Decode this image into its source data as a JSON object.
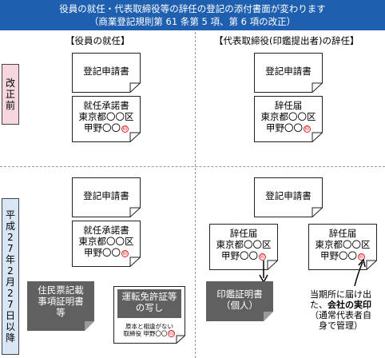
{
  "header": {
    "line1": "役員の就任・代表取締役等の辞任の登記の添付書面が変わります",
    "line2": "（商業登記規則第 61 条第 5 項、第 6 項の改正）"
  },
  "columns": {
    "left": "【役員の就任】",
    "right": "【代表取締役(印鑑提出者)の辞任】"
  },
  "rows": {
    "before": "改正前",
    "after": "平成27年2月27日以降"
  },
  "documents": {
    "application": "登記申請書",
    "acceptance": "就任承諾書",
    "resignation": "辞任届",
    "address": "東京都〇〇区",
    "name": "甲野〇〇",
    "seal": "印"
  },
  "after_left": {
    "residence": "住民票記載\n事項証明書\n等",
    "license_title": "運転免許証等\nの写し",
    "license_note1": "原本と相違がない",
    "license_note2": "取締役  甲野〇〇"
  },
  "after_right": {
    "seal_cert": "印鑑証明書\n（個人）",
    "note_line1": "当期所に届け出",
    "note_line2_pre": "た、",
    "note_line2_bold": "会社の実印",
    "note_line3": "（通常代表者自",
    "note_line4": "身で管理）"
  }
}
